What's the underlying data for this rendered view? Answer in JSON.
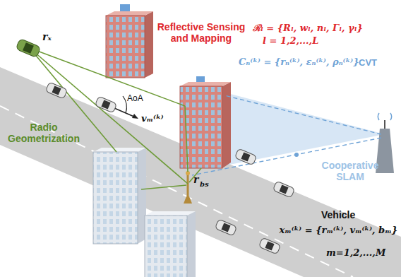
{
  "diagram": {
    "labels": [
      "Reflective Sensing and Mapping",
      "ℛₗ = {Rₗ, wₗ, nₗ, Γₗ, γₗ}",
      "l = 1,2,...,L",
      "Cₙ⁽ᵏ⁾ = {rₙ⁽ᵏ⁾, εₙ⁽ᵏ⁾, ρₙ⁽ᵏ⁾}",
      "CVT",
      "rₓ",
      "AoA",
      "vₘ⁽ᵏ⁾",
      "Radio Geometrization",
      "Cooperative SLAM",
      "r",
      "bs",
      "Vehicle",
      "xₘ⁽ᵏ⁾ = {rₘ⁽ᵏ⁾, vₘ⁽ᵏ⁾, bₘ}",
      "m=1,2,...,M"
    ]
  }
}
